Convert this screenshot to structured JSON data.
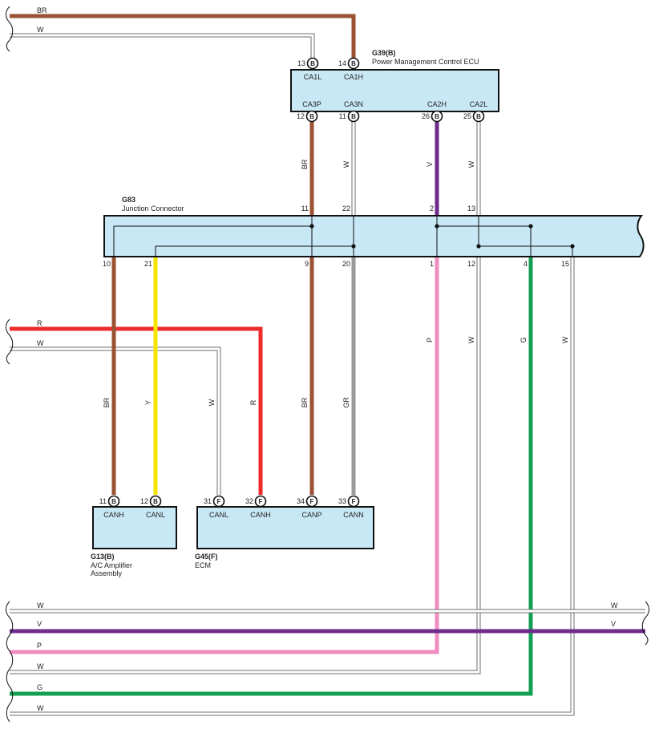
{
  "colors": {
    "BR": "#9a5232",
    "W": "#c9c9c9",
    "R": "#ee2a2a",
    "Y": "#f5e400",
    "GR": "#9a9a9a",
    "V": "#6e2c8c",
    "P": "#f08cc0",
    "G": "#13a055",
    "box_fill": "#c8e8f6"
  },
  "components": {
    "g39": {
      "id": "G39(B)",
      "name": "Power Management Control ECU"
    },
    "g83": {
      "id": "G83",
      "name": "Junction Connector"
    },
    "g13": {
      "id": "G13(B)",
      "name_line1": "A/C Amplifier",
      "name_line2": "Assembly"
    },
    "g45": {
      "id": "G45(F)",
      "name": "ECM"
    }
  },
  "g39_pins": [
    {
      "num": "13",
      "conn": "B",
      "label": "CA1L"
    },
    {
      "num": "14",
      "conn": "B",
      "label": "CA1H"
    },
    {
      "num": "12",
      "conn": "B",
      "label": "CA3P"
    },
    {
      "num": "11",
      "conn": "B",
      "label": "CA3N"
    },
    {
      "num": "26",
      "conn": "B",
      "label": "CA2H"
    },
    {
      "num": "25",
      "conn": "B",
      "label": "CA2L"
    }
  ],
  "g83_pins_top": [
    "11",
    "22",
    "2",
    "13"
  ],
  "g83_pins_bottom": [
    "10",
    "21",
    "9",
    "20",
    "1",
    "12",
    "4",
    "15"
  ],
  "g13_pins": [
    {
      "num": "11",
      "conn": "B",
      "label": "CANH"
    },
    {
      "num": "12",
      "conn": "B",
      "label": "CANL"
    }
  ],
  "g45_pins": [
    {
      "num": "31",
      "conn": "F",
      "label": "CANL"
    },
    {
      "num": "32",
      "conn": "F",
      "label": "CANH"
    },
    {
      "num": "34",
      "conn": "F",
      "label": "CANP"
    },
    {
      "num": "33",
      "conn": "F",
      "label": "CANN"
    }
  ],
  "wire_labels": {
    "top_br": "BR",
    "top_w": "W",
    "g39_g83_br": "BR",
    "g39_g83_w": "W",
    "g39_g83_v": "V",
    "g39_g83_w2": "W",
    "mid_r": "R",
    "mid_w": "W",
    "g13_br": "BR",
    "g13_y": "Y",
    "g45_w": "W",
    "g45_r": "R",
    "g45_br": "BR",
    "g45_gr": "GR",
    "down_p": "P",
    "down_w": "W",
    "down_g": "G",
    "down_w2": "W",
    "bot_w1_left": "W",
    "bot_w1_right": "W",
    "bot_v_left": "V",
    "bot_v_right": "V",
    "bot_p": "P",
    "bot_w2": "W",
    "bot_g": "G",
    "bot_w3": "W"
  }
}
